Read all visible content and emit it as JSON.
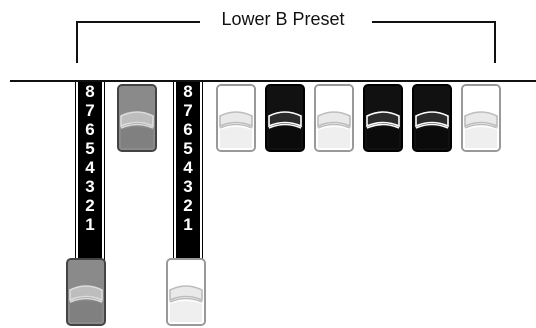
{
  "title": "Lower B Preset",
  "scale_numbers": [
    "8",
    "7",
    "6",
    "5",
    "4",
    "3",
    "2",
    "1"
  ],
  "drawbars": [
    {
      "name": "drawbar-1",
      "color": "gray",
      "extension": 8
    },
    {
      "name": "drawbar-2",
      "color": "gray",
      "extension": 0
    },
    {
      "name": "drawbar-3",
      "color": "white",
      "extension": 8
    },
    {
      "name": "drawbar-4",
      "color": "white",
      "extension": 0
    },
    {
      "name": "drawbar-5",
      "color": "black",
      "extension": 0
    },
    {
      "name": "drawbar-6",
      "color": "white",
      "extension": 0
    },
    {
      "name": "drawbar-7",
      "color": "black",
      "extension": 0
    },
    {
      "name": "drawbar-8",
      "color": "black",
      "extension": 0
    },
    {
      "name": "drawbar-9",
      "color": "white",
      "extension": 0
    }
  ]
}
